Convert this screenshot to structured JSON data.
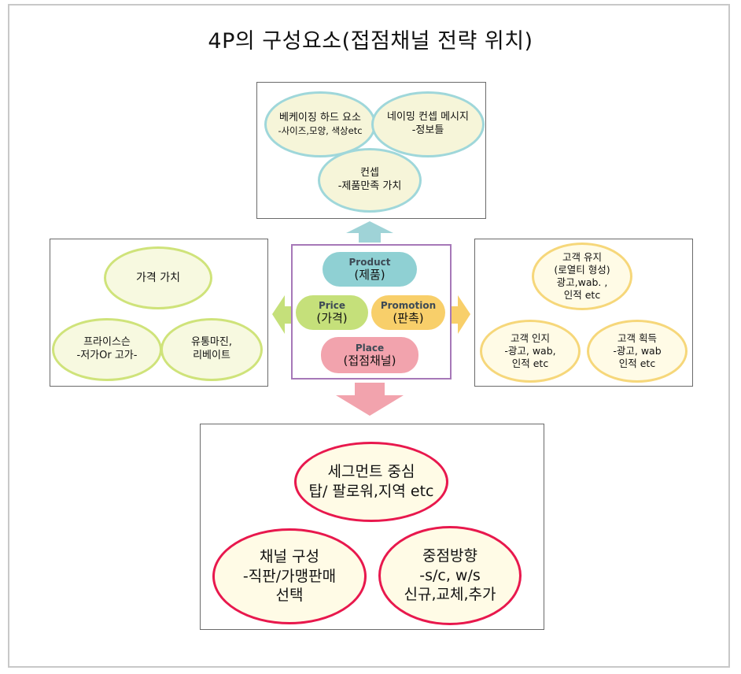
{
  "title": "4P의 구성요소(접점채널 전략 위치)",
  "product_box": {
    "packaging": [
      "베케이징 하드 요소",
      "-사이즈,모양, 색상etc"
    ],
    "naming": [
      "네이밍 컨셉 메시지",
      "-정보틀"
    ],
    "concept": [
      "컨셉",
      "-제품만족 가치"
    ]
  },
  "price_box": {
    "value": [
      "가격 가치"
    ],
    "pricing": [
      "프라이스슨",
      "-저가Or 고가-"
    ],
    "margin": [
      "유통마진,",
      "리베이트"
    ]
  },
  "promotion_box": {
    "retention": [
      "고객 유지",
      "(로열티 형성)",
      "광고,wab. ,",
      "인적 etc"
    ],
    "awareness": [
      "고객 인지",
      "-광고, wab,",
      "인적 etc"
    ],
    "acquisition": [
      "고객 획득",
      "-광고, wab",
      "인적 etc"
    ]
  },
  "center": {
    "product": {
      "en": "Product",
      "ko": "(제품)"
    },
    "price": {
      "en": "Price",
      "ko": "(가격)"
    },
    "promotion": {
      "en": "Promotion",
      "ko": "(판촉)"
    },
    "place": {
      "en": "Place",
      "ko": "(접점채널)"
    }
  },
  "place_box": {
    "segment": [
      "세그먼트 중심",
      "탑/ 팔로워,지역 etc"
    ],
    "channel": [
      "채널  구성",
      "-직판/가맹판매",
      "선택"
    ],
    "focus": [
      "중점방향",
      "-s/c,  w/s",
      "신규,교체,추가"
    ]
  },
  "colors": {
    "product": "#8fd0d3",
    "price": "#c5e07a",
    "promotion": "#f8cf6a",
    "place": "#f2a3ad",
    "place_border": "#e8184d",
    "center_frame": "#a678b8"
  }
}
